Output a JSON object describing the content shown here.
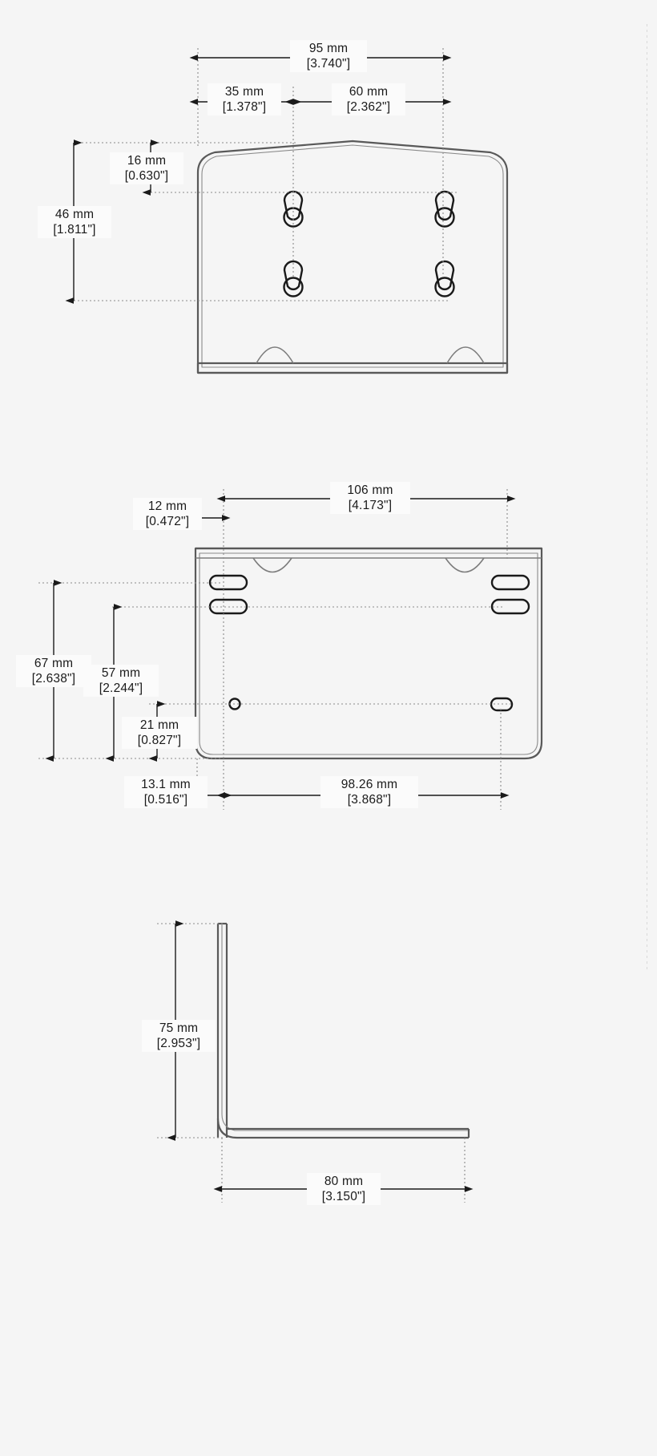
{
  "drawing": {
    "title": "Mounting bracket dimensioned drawing",
    "background_color": "#f5f5f5",
    "line_color": "#555555",
    "dim_color": "#1a1a1a",
    "units_primary": "mm",
    "units_secondary": "inch",
    "views": [
      {
        "id": "front-view",
        "name": "front-view",
        "description": "Front elevation of bracket with four keyhole slots"
      },
      {
        "id": "top-view",
        "name": "top-view",
        "description": "Top/plan view of bracket with four oblong slots and two holes"
      },
      {
        "id": "side-view",
        "name": "side-view",
        "description": "Side profile L-shape of bracket"
      }
    ]
  },
  "dimensions": {
    "front": {
      "width_overall": {
        "mm": "95 mm",
        "inch": "[3.740\"]"
      },
      "width_left": {
        "mm": "35 mm",
        "inch": "[1.378\"]"
      },
      "width_right": {
        "mm": "60 mm",
        "inch": "[2.362\"]"
      },
      "height_overall": {
        "mm": "46 mm",
        "inch": "[1.811\"]"
      },
      "height_top_offset": {
        "mm": "16 mm",
        "inch": "[0.630\"]"
      }
    },
    "top": {
      "edge_offset": {
        "mm": "12 mm",
        "inch": "[0.472\"]"
      },
      "width_main": {
        "mm": "106 mm",
        "inch": "[4.173\"]"
      },
      "depth_overall": {
        "mm": "67 mm",
        "inch": "[2.638\"]"
      },
      "depth_slot": {
        "mm": "57 mm",
        "inch": "[2.244\"]"
      },
      "depth_hole": {
        "mm": "21 mm",
        "inch": "[0.827\"]"
      },
      "x_offset_left": {
        "mm": "13.1 mm",
        "inch": "[0.516\"]"
      },
      "x_span_holes": {
        "mm": "98.26 mm",
        "inch": "[3.868\"]"
      }
    },
    "side": {
      "height": {
        "mm": "75 mm",
        "inch": "[2.953\"]"
      },
      "length": {
        "mm": "80 mm",
        "inch": "[3.150\"]"
      }
    }
  }
}
